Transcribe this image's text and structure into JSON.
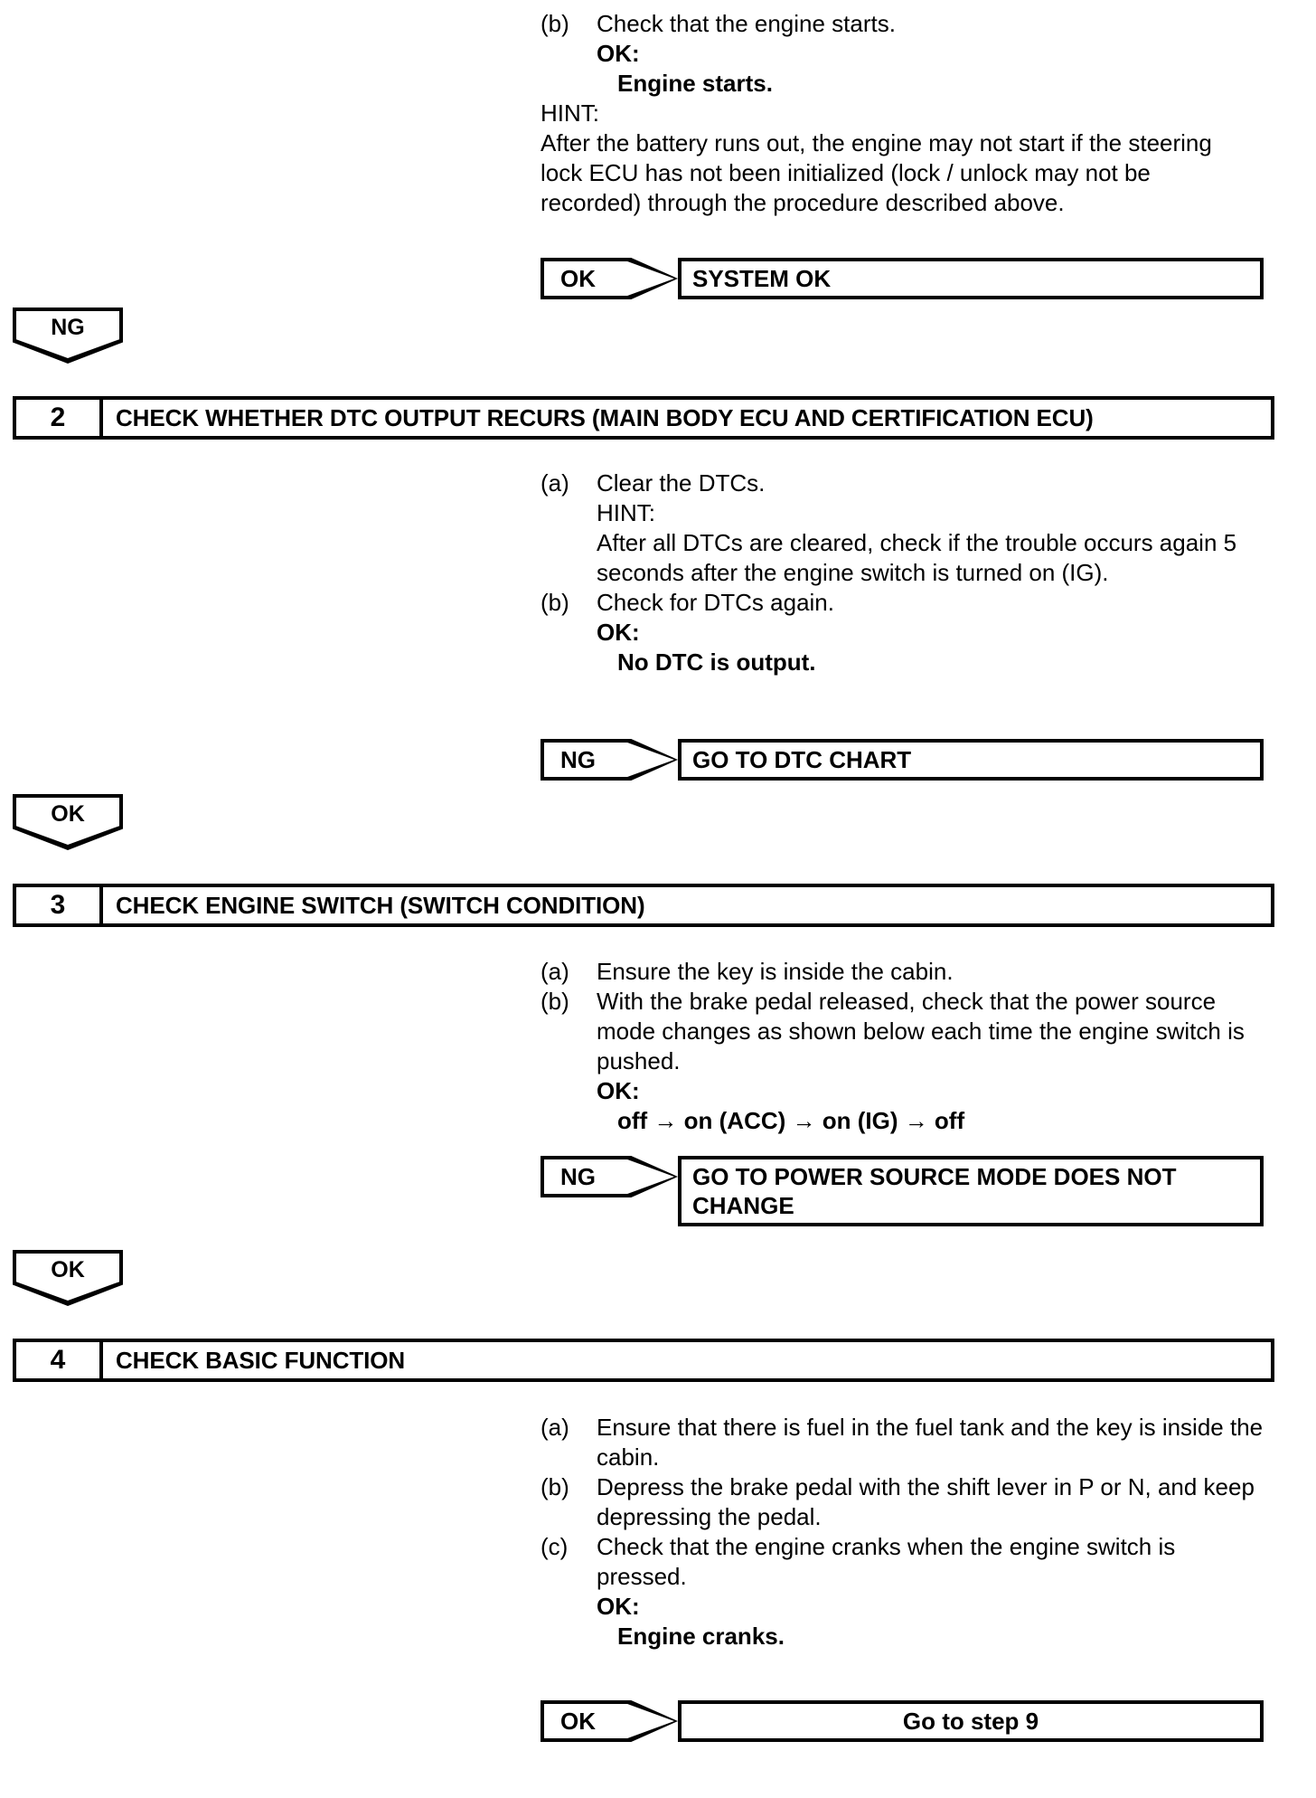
{
  "document": {
    "type": "troubleshooting-flowchart",
    "title": "Engine start / power source mode diagnostic steps"
  },
  "step1_tail": {
    "items": [
      {
        "letter": "(b)",
        "text": "Check that the engine starts."
      }
    ],
    "ok_label": "OK:",
    "ok_condition": "Engine starts.",
    "hint_label": "HINT:",
    "hint_text": "After the battery runs out, the engine may not start if the steering lock ECU has not been initialized (lock / unlock may not be recorded) through the procedure described above.",
    "result": {
      "judgement": "OK",
      "action": "SYSTEM OK"
    },
    "continue_flag": "NG"
  },
  "step2": {
    "number": "2",
    "title": "CHECK WHETHER DTC OUTPUT RECURS (MAIN BODY ECU AND CERTIFICATION ECU)",
    "items": [
      {
        "letter": "(a)",
        "text": "Clear the DTCs."
      },
      {
        "letter": "(b)",
        "text": "Check for DTCs again."
      }
    ],
    "hint_label": "HINT:",
    "hint_text": "After all DTCs are cleared, check if the trouble occurs again 5 seconds after the engine switch is turned on (IG).",
    "ok_label": "OK:",
    "ok_condition": "No DTC is output.",
    "result": {
      "judgement": "NG",
      "action": "GO TO DTC CHART"
    },
    "continue_flag": "OK"
  },
  "step3": {
    "number": "3",
    "title": "CHECK ENGINE SWITCH (SWITCH CONDITION)",
    "items": [
      {
        "letter": "(a)",
        "text": "Ensure the key is inside the cabin."
      },
      {
        "letter": "(b)",
        "text": "With the brake pedal released, check that the power source mode changes as shown below each time the engine switch is pushed."
      }
    ],
    "ok_label": "OK:",
    "ok_condition": "off → on (ACC) → on (IG) → off",
    "result": {
      "judgement": "NG",
      "action": "GO TO POWER SOURCE MODE DOES NOT CHANGE"
    },
    "continue_flag": "OK"
  },
  "step4": {
    "number": "4",
    "title": "CHECK BASIC FUNCTION",
    "items": [
      {
        "letter": "(a)",
        "text": "Ensure that there is fuel in the fuel tank and the key is inside the cabin."
      },
      {
        "letter": "(b)",
        "text": "Depress the brake pedal with the shift lever in P or N, and keep depressing the pedal."
      },
      {
        "letter": "(c)",
        "text": "Check that the engine cranks when the engine switch is pressed."
      }
    ],
    "ok_label": "OK:",
    "ok_condition": "Engine cranks.",
    "result": {
      "judgement": "OK",
      "action": "Go to step 9"
    }
  }
}
